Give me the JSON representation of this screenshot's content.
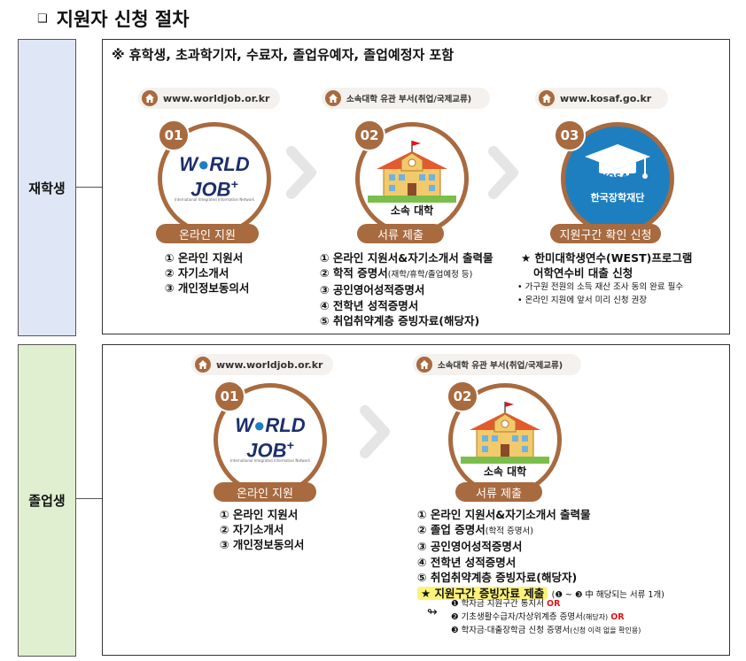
{
  "title": "지원자 신청 절차",
  "title_bullet": "❑",
  "colors": {
    "brown": "#a86a3f",
    "kosaf_blue": "#1e7fc0",
    "side_blue": "#dfe6f5",
    "side_green": "#e0efcf",
    "or_red": "#e0141b"
  },
  "enrolled": {
    "side_label": "재학생",
    "note": "※ 휴학생, 초과학기자, 수료자, 졸업유예자, 졸업예정자 포함",
    "steps": [
      {
        "url": "www.worldjob.or.kr",
        "num": "01",
        "logo": {
          "line1": "W",
          "line1b": "RLD",
          "line2": "JOB",
          "plus": "+",
          "tagline": "International Integrated Information Network"
        },
        "stage": "온라인 지원",
        "items": [
          "① 온라인 지원서",
          "② 자기소개서",
          "③ 개인정보동의서"
        ]
      },
      {
        "url": "소속대학 유관 부서(취업/국제교류)",
        "num": "02",
        "school_label": "소속 대학",
        "stage": "서류 제출",
        "items": [
          "① 온라인 지원서&자기소개서 출력물",
          "② 학적 증명서",
          "③ 공인영어성적증명서",
          "④ 전학년 성적증명서",
          "⑤ 취업취약계층 증빙자료(해당자)"
        ],
        "item2_small": "(재학/휴학/졸업예정 등)"
      },
      {
        "url": "www.kosaf.go.kr",
        "num": "03",
        "kosaf": {
          "brand": "KOSAF",
          "name": "한국장학재단"
        },
        "stage": "지원구간 확인 신청",
        "items": [
          "★ 한미대학생연수(WEST)프로그램",
          "어학연수비 대출 신청"
        ],
        "sub_items": [
          "• 가구원 전원의 소득 재산 조사 동의 완료 필수",
          "• 온라인 지원에 앞서 미리 신청 권장"
        ]
      }
    ]
  },
  "graduate": {
    "side_label": "졸업생",
    "steps": [
      {
        "url": "www.worldjob.or.kr",
        "num": "01",
        "logo": {
          "line1": "W",
          "line1b": "RLD",
          "line2": "JOB",
          "plus": "+",
          "tagline": "International Integrated Information Network"
        },
        "stage": "온라인 지원",
        "items": [
          "① 온라인 지원서",
          "② 자기소개서",
          "③ 개인정보동의서"
        ]
      },
      {
        "url": "소속대학 유관 부서(취업/국제교류)",
        "num": "02",
        "school_label": "소속 대학",
        "stage": "서류 제출",
        "items": [
          "① 온라인 지원서&자기소개서 출력물",
          "② 졸업 증명서",
          "③ 공인영어성적증명서",
          "④ 전학년 성적증명서",
          "⑤ 취업취약계층 증빙자료(해당자)"
        ],
        "item2_small": "(학적 증명서)",
        "special": {
          "label": "★ 지원구간 증빙자료 제출",
          "note": "(❶ ~ ❸ 中 해당되는 서류 1개)",
          "arrow": "↬",
          "subs": [
            {
              "text": "❶ 학자금 지원구간 통지서",
              "or": "OR"
            },
            {
              "text": "❷ 기초생활수급자/차상위계층 증명서",
              "small": "(해당자)",
              "or": "OR"
            },
            {
              "text": "❸ 학자금·대출장학금 신청 증명서",
              "small": "(신청 이력 없을 확인용)"
            }
          ]
        }
      }
    ]
  }
}
